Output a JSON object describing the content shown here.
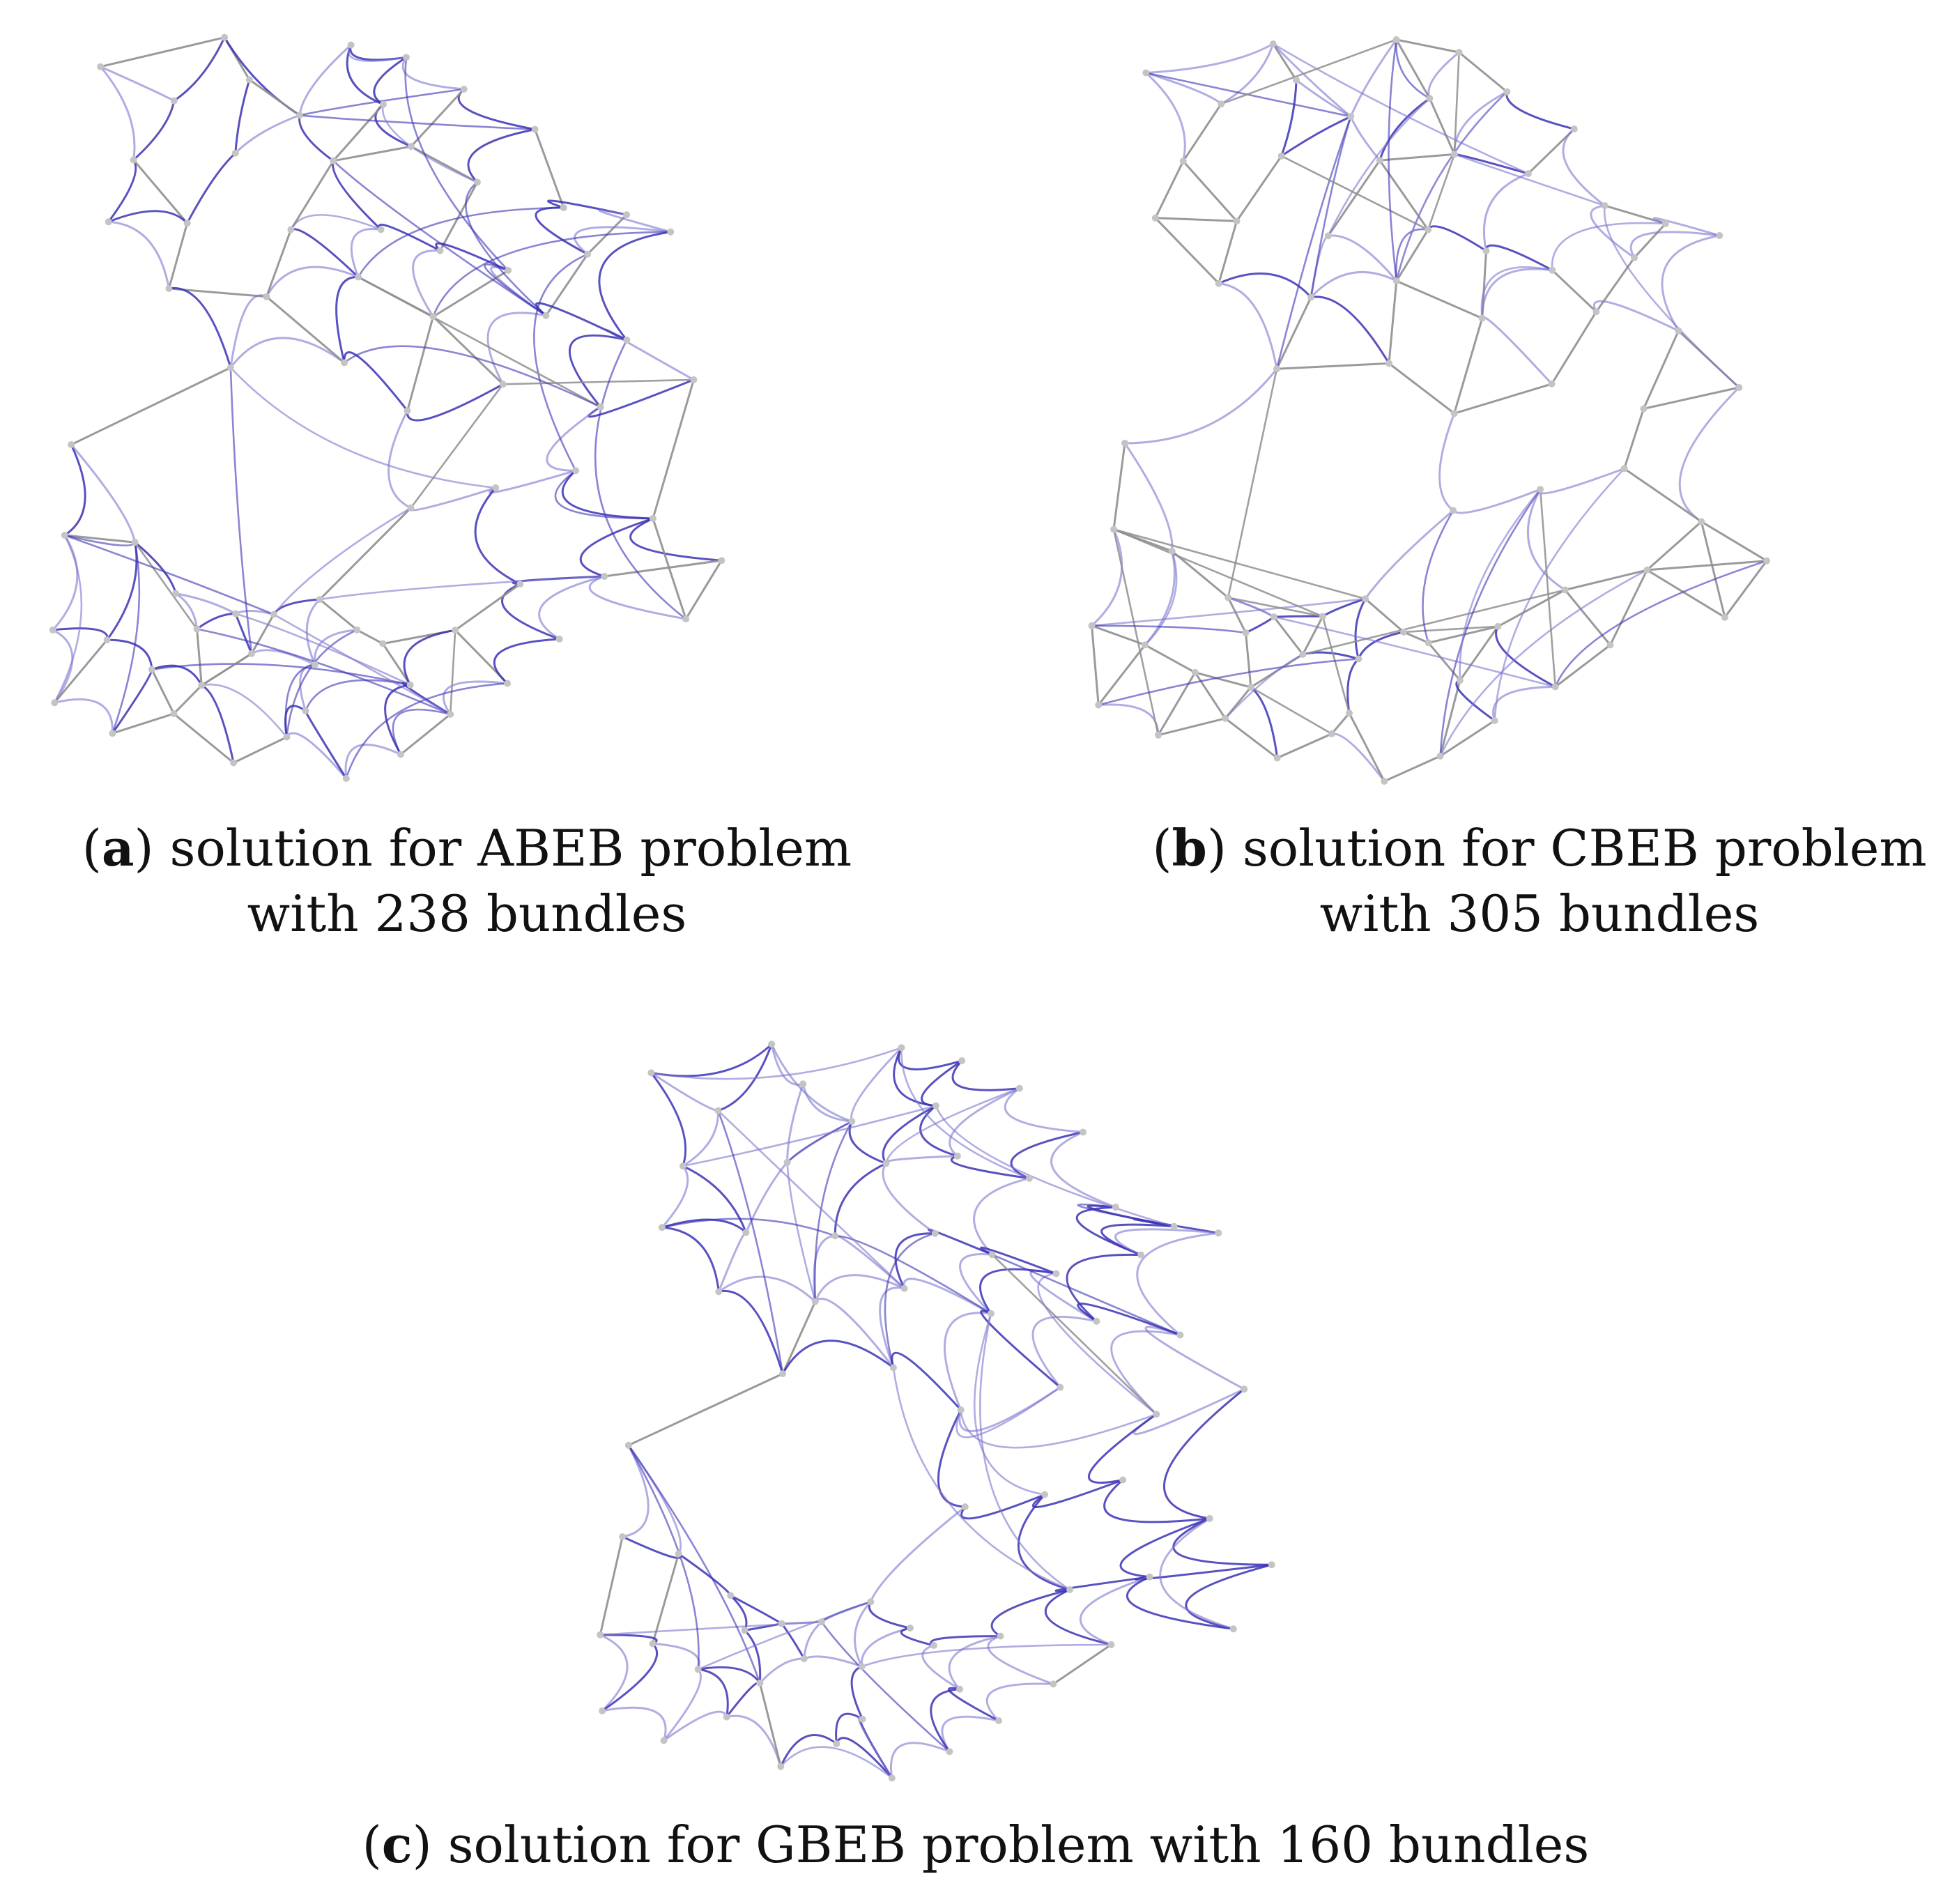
{
  "colors": {
    "gray_edge": "#8f8f8f",
    "blue_edge": "#3b33b5",
    "light_blue_edge": "#7b76cf",
    "node": "#c4c4c4"
  },
  "panels": [
    {
      "id": "a",
      "letter": "a",
      "caption_line1": "solution for ABEB problem",
      "caption_line2": "with 238 bundles"
    },
    {
      "id": "b",
      "letter": "b",
      "caption_line1": "solution for CBEB problem",
      "caption_line2": "with 305 bundles"
    },
    {
      "id": "c",
      "letter": "c",
      "caption_line1": "solution for GBEB problem with 160 bundles"
    }
  ]
}
